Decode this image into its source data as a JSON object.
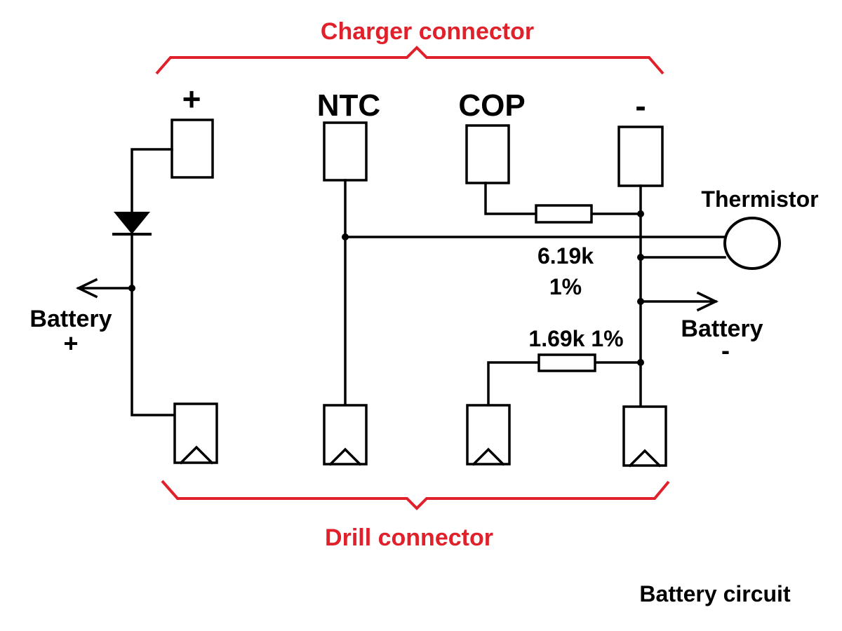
{
  "diagram": {
    "charger_connector": {
      "title": "Charger connector",
      "pins": [
        "+",
        "NTC",
        "COP",
        "-"
      ]
    },
    "drill_connector": {
      "title": "Drill connector"
    },
    "components": {
      "thermistor": "Thermistor",
      "resistor_upper": {
        "value": "6.19k",
        "tolerance": "1%"
      },
      "resistor_lower": "1.69k 1%"
    },
    "battery_plus": {
      "line1": "Battery",
      "line2": "+"
    },
    "battery_minus": {
      "line1": "Battery",
      "line2": "-"
    },
    "caption": "Battery circuit",
    "colors": {
      "accent": "#e0202a",
      "ink": "#000000"
    }
  }
}
